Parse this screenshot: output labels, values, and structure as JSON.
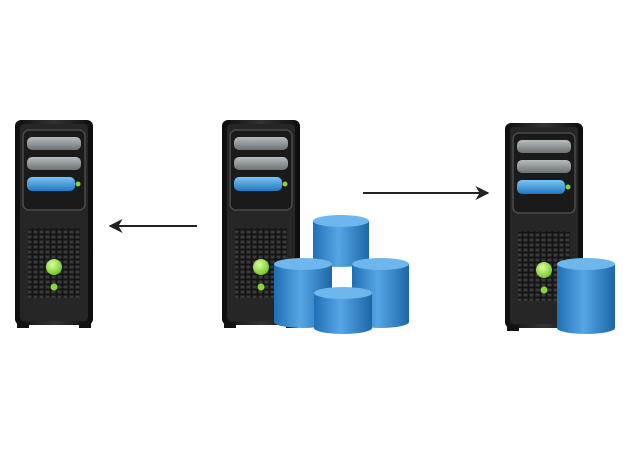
{
  "diagram": {
    "servers": [
      {
        "id": "left-server",
        "databases": 0
      },
      {
        "id": "center-server",
        "databases": 4
      },
      {
        "id": "right-server",
        "databases": 1
      }
    ],
    "arrows": [
      {
        "from": "center-server",
        "to": "left-server"
      },
      {
        "from": "center-server",
        "to": "right-server"
      }
    ]
  },
  "colors": {
    "background": "#ffffff",
    "server_body": "#1c1c1c",
    "server_face": "#2b2b2b",
    "drive_bay": "#8c9294",
    "drive_bay_active": "#2d8fd6",
    "status_light": "#8bd43a",
    "database": "#3a8fd4",
    "database_top": "#6db6ee",
    "arrow": "#222222"
  },
  "icons": [
    "server-icon",
    "database-icon",
    "arrow-left-icon",
    "arrow-right-icon"
  ]
}
